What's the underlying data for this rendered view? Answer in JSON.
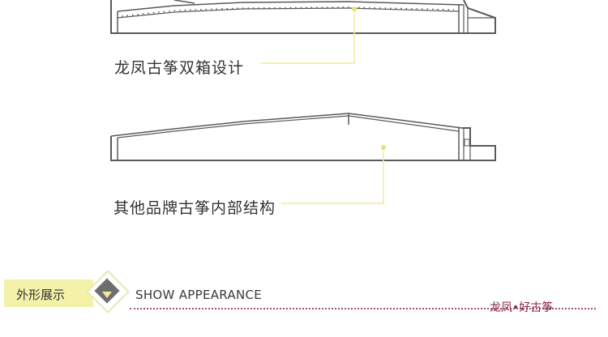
{
  "diagram1": {
    "label": "龙凤古筝双箱设计"
  },
  "diagram2": {
    "label": "其他品牌古筝内部结构"
  },
  "section": {
    "tab_label": "外形展示",
    "title": "SHOW APPEARANCE",
    "brand": "龙凤•好古筝"
  },
  "colors": {
    "line": "#5a5a5a",
    "callout": "#f2eb9a",
    "dot": "#e8e07a",
    "tab_bg": "#f3f2a8",
    "brand_text": "#8a2642"
  }
}
